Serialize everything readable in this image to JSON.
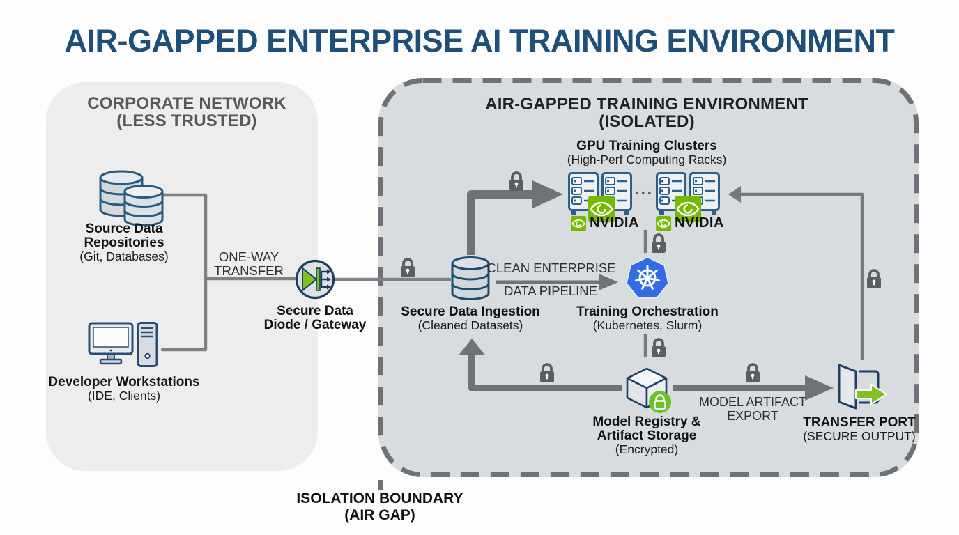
{
  "title": "AIR-GAPPED ENTERPRISE AI TRAINING ENVIRONMENT",
  "corporate": {
    "heading": "CORPORATE NETWORK",
    "subheading": "(LESS TRUSTED)",
    "source_repos": {
      "icon": "database-stack-icon",
      "line1": "Source Data",
      "line2": "Repositories",
      "sub": "(Git, Databases)"
    },
    "workstations": {
      "icon": "workstation-icon",
      "label": "Developer Workstations",
      "sub": "(IDE, Clients)"
    }
  },
  "transfer": {
    "flow1": "ONE-WAY",
    "flow2": "TRANSFER",
    "gateway_icon": "data-diode-icon",
    "gateway1": "Secure Data",
    "gateway2": "Diode / Gateway"
  },
  "boundary": {
    "line1": "ISOLATION BOUNDARY",
    "line2": "(AIR GAP)"
  },
  "airgapped": {
    "heading": "AIR-GAPPED TRAINING ENVIRONMENT",
    "subheading": "(ISOLATED)",
    "gpu": {
      "icon": "server-rack-icon",
      "label": "GPU Training Clusters",
      "sub": "(High-Perf Computing Racks)",
      "ellipsis": "···",
      "brand": "NVIDIA"
    },
    "ingestion": {
      "icon": "database-icon",
      "label": "Secure Data Ingestion",
      "sub": "(Cleaned Datasets)"
    },
    "pipeline": {
      "line1": "CLEAN ENTERPRISE",
      "line2": "DATA PIPELINE"
    },
    "orchestration": {
      "icon": "kubernetes-icon",
      "label": "Training Orchestration",
      "sub": "(Kubernetes, Slurm)"
    },
    "registry": {
      "icon": "package-box-icon",
      "badge_icon": "green-lock-badge-icon",
      "line1": "Model Registry &",
      "line2": "Artifact Storage",
      "sub": "(Encrypted)"
    },
    "export": {
      "line1": "MODEL ARTIFACT",
      "line2": "EXPORT"
    },
    "port": {
      "icon": "exit-door-icon",
      "label": "TRANSFER PORT",
      "sub": "(SECURE OUTPUT)"
    }
  },
  "colors": {
    "title_blue": "#1f4e79",
    "nvidia_green": "#76b900",
    "kubernetes_blue": "#326ce5",
    "diode_green": "#7dc123",
    "panel_left_fill": "#ededee",
    "panel_right_fill": "#d9dcde",
    "boundary_dash": "#6e7277",
    "connector_gray": "#7e8184",
    "thick_arrow_gray": "#6f7276",
    "lock_gray": "#5a5e62",
    "icon_outline_blue": "#2a5b7e"
  }
}
